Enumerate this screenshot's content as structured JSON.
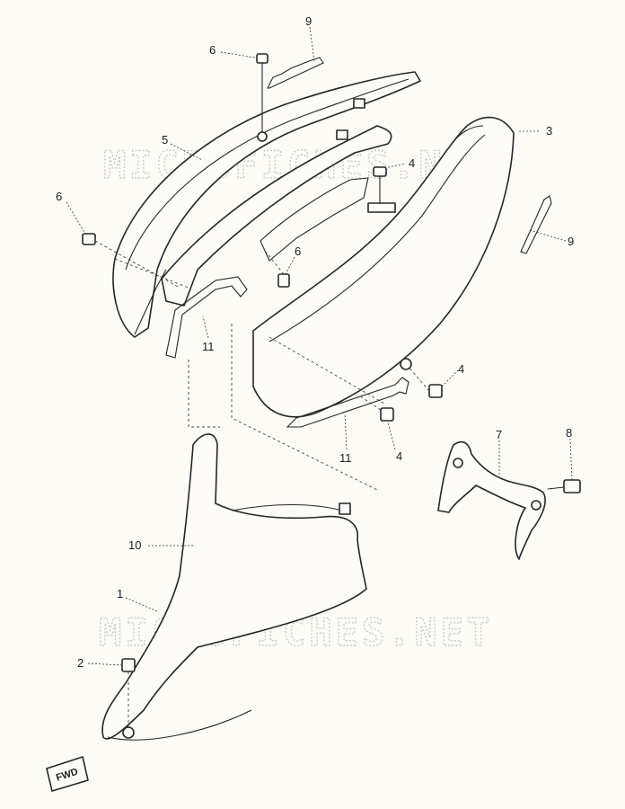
{
  "watermark": {
    "text": "MICROFICHES.NET"
  },
  "direction_label": "FWD",
  "callouts": {
    "c1": "1",
    "c2": "2",
    "c3": "3",
    "c4a": "4",
    "c4b": "4",
    "c4c": "4",
    "c5": "5",
    "c6a": "6",
    "c6b": "6",
    "c6c": "6",
    "c7": "7",
    "c8": "8",
    "c9a": "9",
    "c9b": "9",
    "c10": "10",
    "c11a": "11",
    "c11b": "11"
  }
}
